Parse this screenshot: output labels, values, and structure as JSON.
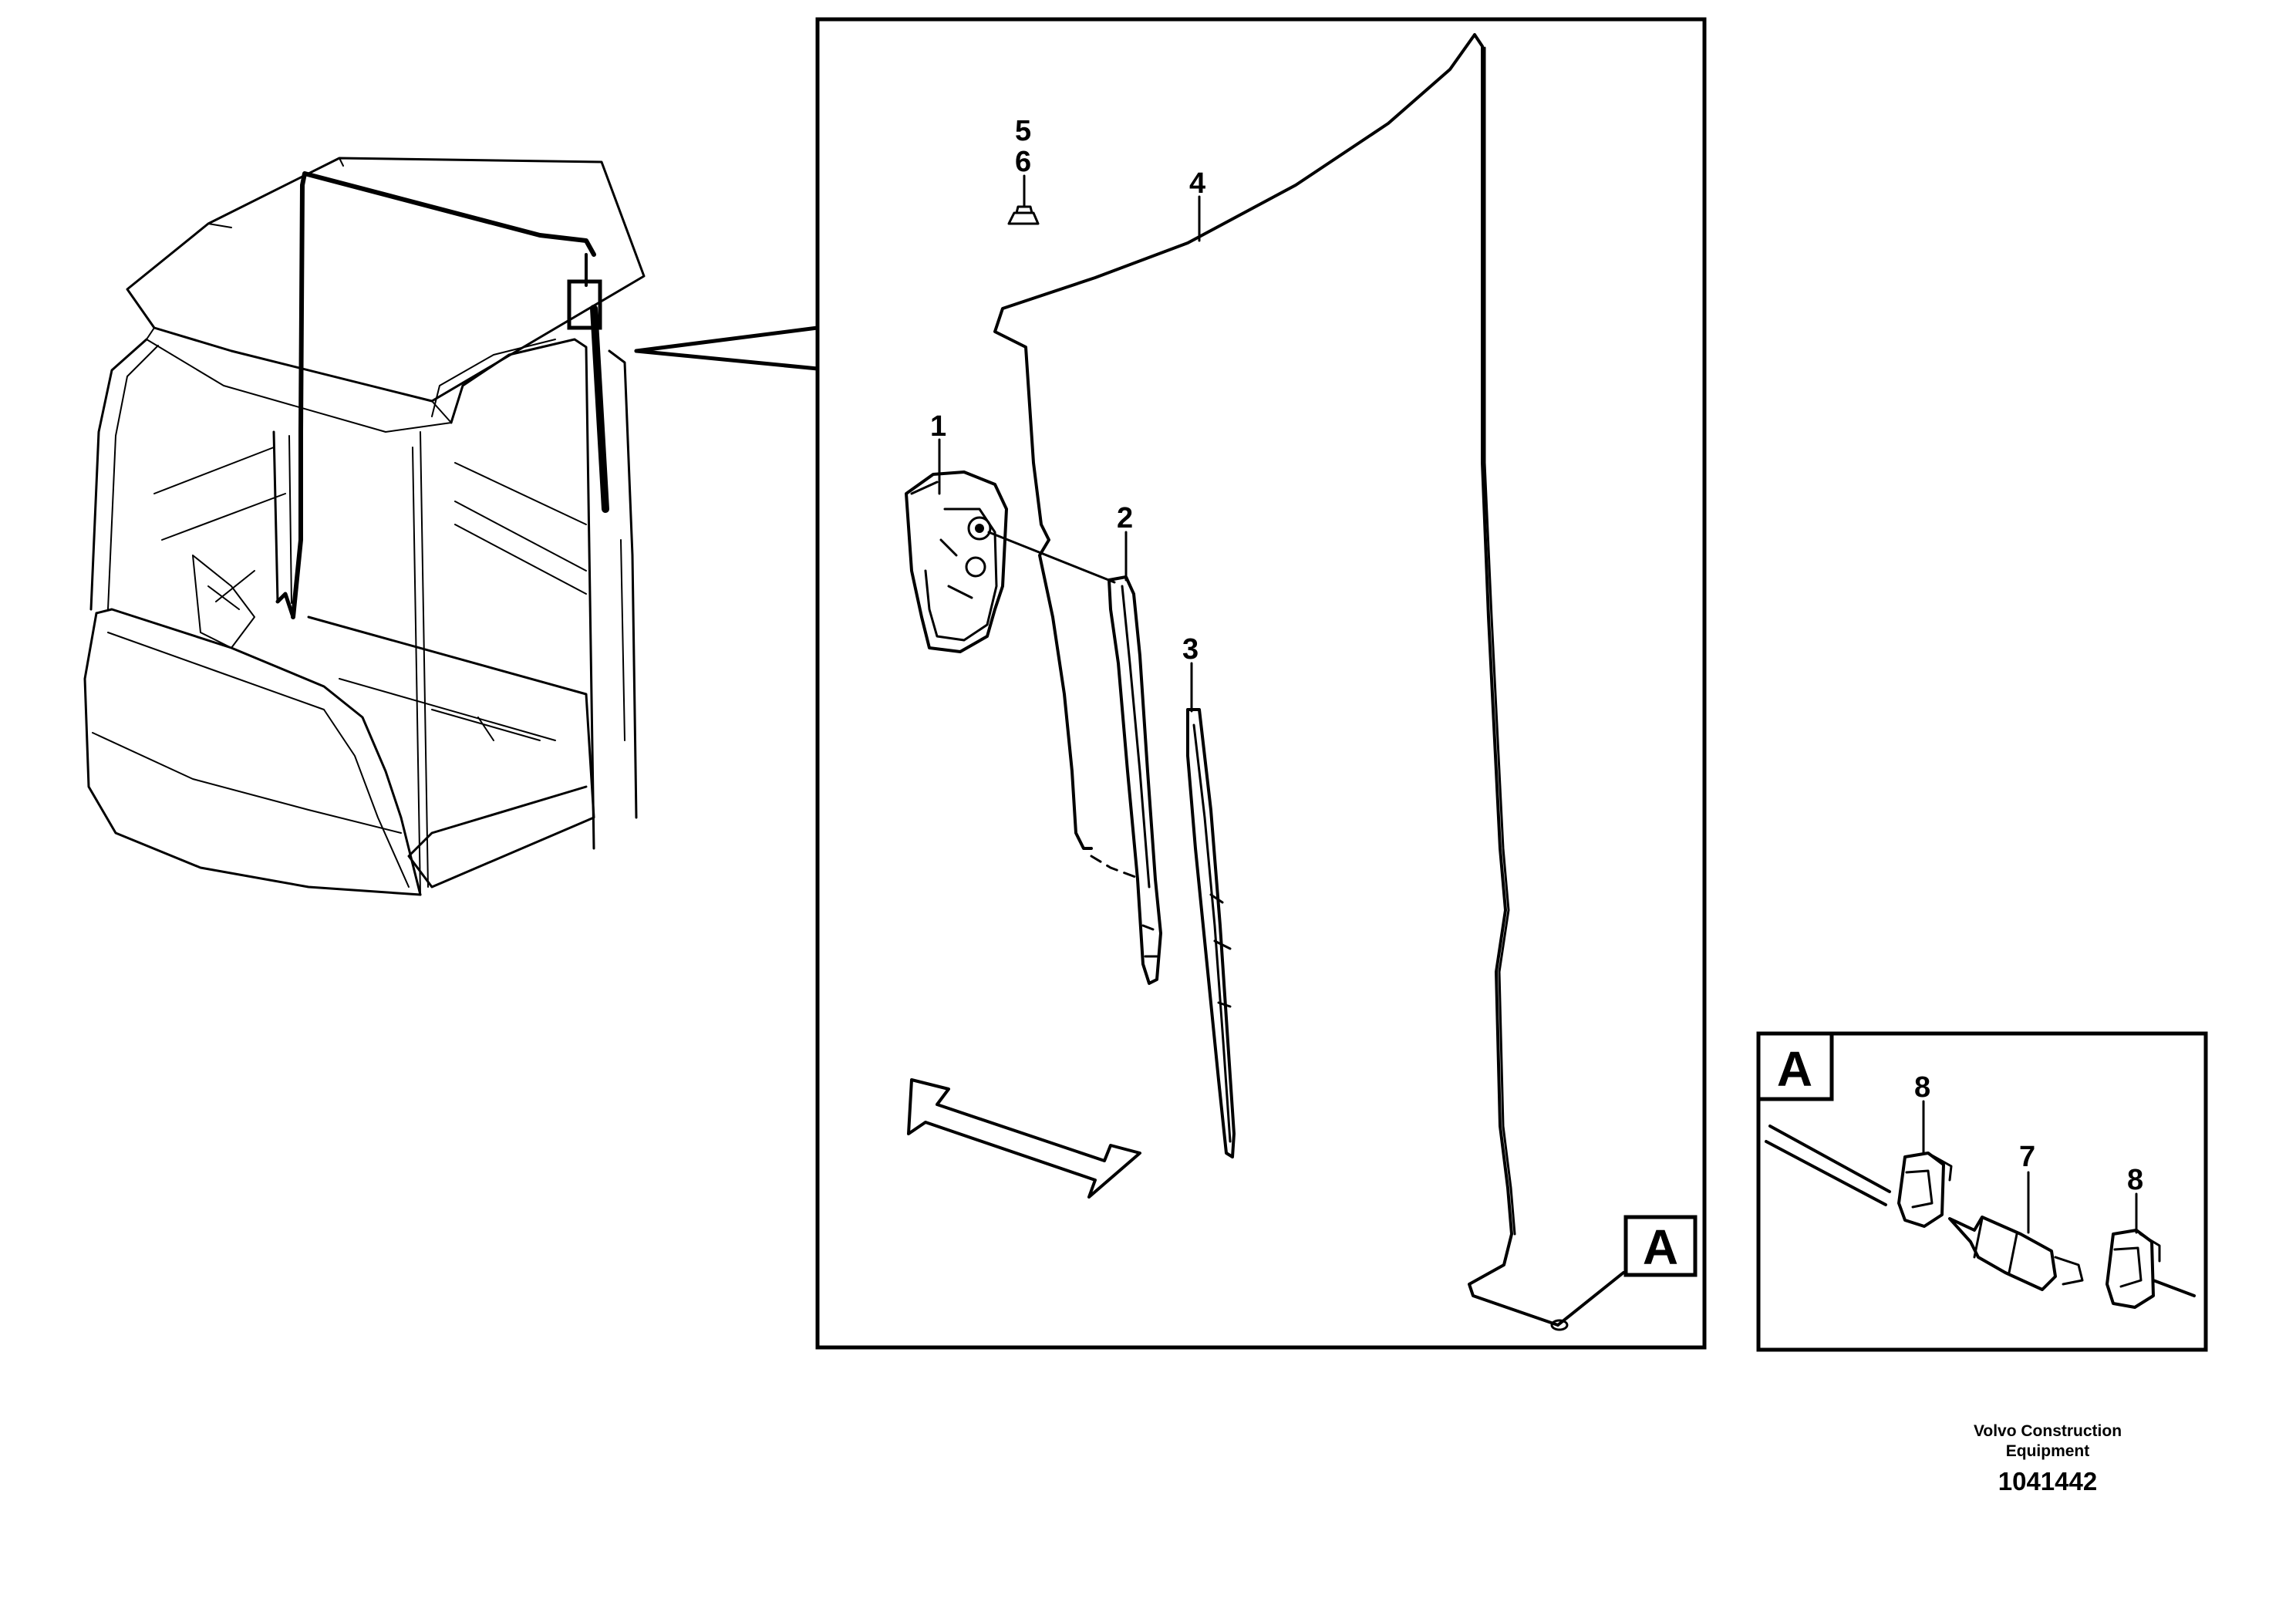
{
  "callouts": {
    "c1": "1",
    "c2": "2",
    "c3": "3",
    "c4": "4",
    "c5": "5",
    "c6": "6",
    "c7": "7",
    "c8a": "8",
    "c8b": "8"
  },
  "detail": {
    "main_ref": "A",
    "inset_ref": "A"
  },
  "footer": {
    "company_line1": "Volvo Construction",
    "company_line2": "Equipment",
    "drawing_number": "1041442"
  }
}
